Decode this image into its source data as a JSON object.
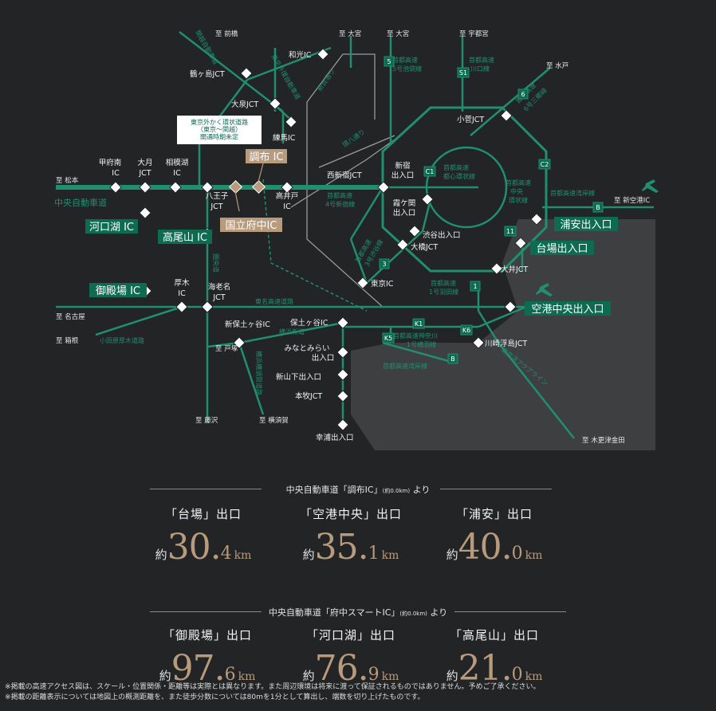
{
  "map": {
    "line_color": "#1f8f6e",
    "label_color": "#1f8f6e",
    "bay_color": "#3d3f41",
    "direction_labels": {
      "maebashi": "至 前橋",
      "omiya1": "至 大宮",
      "omiya2": "至 大宮",
      "utsunomiya": "至 宇都宮",
      "mito": "至 水戸",
      "matsumoto": "至 松本",
      "shinkuko": "至 新空港IC",
      "nagoya": "至 名古屋",
      "hakone": "至 箱根",
      "totsuka": "至 戸塚",
      "fujisawa": "至 藤沢",
      "yokosuka": "至 横須賀",
      "kisarazu": "至 木更津金田"
    },
    "road_labels": {
      "kanetsu": "関越自動車道",
      "gaikan": "東京外環自動車道",
      "route5": "首都高速\n5号池袋線",
      "s1": "首都高速\n川口線",
      "route6": "首都高速\n6号三郷線",
      "kanpachi": "環八通り",
      "shinmei": "新目通り",
      "c1": "首都高速\n都心環状線",
      "c2": "首都高速\n中央\n環状線",
      "bayshore_e": "首都高速湾岸線",
      "chuo": "中央自動車道",
      "route4": "首都高速\n4号新宿線",
      "route3": "首都高速\n3号渋谷線",
      "route1": "首都高速\n1号羽田線",
      "kengo": "圏央道",
      "tomei": "東名高速道路",
      "odawara": "小田原厚木道路",
      "yokohama_shindo": "横浜新道",
      "yokoyoko": "横浜横須賀道路",
      "kanagawa1": "首都高速神奈川\n1号横羽線",
      "bayshore_w": "首都高速湾岸線",
      "aqualine": "東京湾アクアライン",
      "gaikan_note": "東京外かく環状道路\n（東京～関越）\n開通時期未定"
    },
    "badges": {
      "r5": "5",
      "s1": "S1",
      "r6": "6",
      "c1": "C1",
      "c2": "C2",
      "r11": "11",
      "r3": "3",
      "r1": "1",
      "k1": "K1",
      "k5": "K5",
      "k6": "K6",
      "b1": "B",
      "b2": "B"
    },
    "nodes": {
      "tsurugashima": "鶴ヶ島JCT",
      "wako": "和光IC",
      "oizumi": "大泉JCT",
      "nerima": "練馬IC",
      "kosuge": "小菅JCT",
      "kofunami": "甲府南\nIC",
      "otsuki": "大月\nJCT",
      "sagamiko": "相模湖\nIC",
      "hachioji": "八王子\nJCT",
      "takaido": "高井戸\nIC",
      "nishishinjuku": "西新宿JCT",
      "shinjuku": "新宿\n出入口",
      "kasumigaseki": "霞ケ関\n出入口",
      "shibuya": "渋谷出入口",
      "ohashi": "大橋JCT",
      "tokyo": "東京IC",
      "oi": "大井JCT",
      "atsugi": "厚木\nIC",
      "ebina": "海老名\nJCT",
      "hodogaya": "保土ヶ谷IC",
      "shinhodogaya": "新保土ヶ谷IC",
      "minatomirai": "みなとみらい\n出入口",
      "shinyamashita": "新山下出入口",
      "honmoku": "本牧JCT",
      "sachiura": "幸浦出入口",
      "kawasaki": "川崎浮島JCT"
    },
    "highlights": {
      "chofu": "調布 IC",
      "kokuritsu": "国立府中IC",
      "kawaguchiko": "河口湖 IC",
      "takaosan": "高尾山 IC",
      "gotemba": "御殿場 IC",
      "urayasu": "浦安出入口",
      "daiba": "台場出入口",
      "kuko": "空港中央出入口"
    }
  },
  "section1": {
    "title": "中央自動車道「調布IC」",
    "note": "(約0.0km)",
    "suffix": "より",
    "items": [
      {
        "label": "「台場」出口",
        "prefix": "約",
        "int": "30.",
        "dec": "4",
        "unit": "km"
      },
      {
        "label": "「空港中央」出口",
        "prefix": "約",
        "int": "35.",
        "dec": "1",
        "unit": "km"
      },
      {
        "label": "「浦安」出口",
        "prefix": "約",
        "int": "40.",
        "dec": "0",
        "unit": "km"
      }
    ]
  },
  "section2": {
    "title": "中央自動車道「府中スマートIC」",
    "note": "(約0.0km)",
    "suffix": "より",
    "items": [
      {
        "label": "「御殿場」出口",
        "prefix": "約",
        "int": "97.",
        "dec": "6",
        "unit": "km"
      },
      {
        "label": "「河口湖」出口",
        "prefix": "約",
        "int": "76.",
        "dec": "9",
        "unit": "km"
      },
      {
        "label": "「高尾山」出口",
        "prefix": "約",
        "int": "21.",
        "dec": "0",
        "unit": "km"
      }
    ]
  },
  "notes": [
    "※掲載の高速アクセス図は、スケール・位置関係・距離等は実際とは異なります。また周辺環境は将来に渡って保証されるものではありません。予めご了承ください。",
    "※掲載の距離表示については地図上の概測距離を、また徒歩分数については80mを1分として算出し、端数を切り上げたものです。"
  ]
}
